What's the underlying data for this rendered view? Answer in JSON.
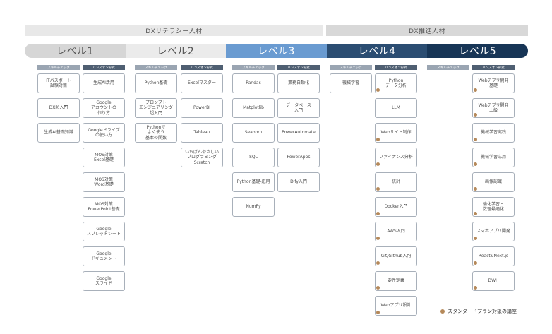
{
  "bands": {
    "literacy": "DXリテラシー人材",
    "promotion": "DX推進人材"
  },
  "levels": [
    "レベル1",
    "レベル2",
    "レベル3",
    "レベル4",
    "レベル5"
  ],
  "headers": {
    "skill_check": "スキルチェック",
    "hands_on": "ハンズオン形式"
  },
  "columns": {
    "l1_skill": [
      "ITパスポート\n試験対策",
      "DX超入門",
      "生成AI基礎知識"
    ],
    "l1_hands": [
      "生成AI活用",
      "Google\nアカウントの\n作り方",
      "Googleドライブ\nの使い方",
      "MOS対策\nExcel基礎",
      "MOS対策\nWord基礎",
      "MOS対策\nPowerPoint基礎",
      "Google\nスプレッドシート",
      "Google\nドキュメント",
      "Google\nスライド"
    ],
    "l2_skill": [
      "Python基礎",
      "プロンプト\nエンジニアリング\n超入門",
      "Pythonで\nよく使う\n基本の関数"
    ],
    "l2_hands": [
      "Excelマスター",
      "PowerBI",
      "Tableau",
      "いちばんやさしい\nプログラミング\nScratch"
    ],
    "l3_skill": [
      "Pandas",
      "Matplotlib",
      "Seaborn",
      "SQL",
      "Python基礎-応用",
      "NumPy"
    ],
    "l3_hands": [
      "業務自動化",
      "データベース\n入門",
      "PowerAutomate",
      "PowerApps",
      "Dify入門"
    ],
    "l4_skill": [
      "機械学習"
    ],
    "l4_hands": [
      "Python\nデータ分析",
      "LLM",
      "Webサイト制作",
      "ファイナンス分析",
      "統計",
      "Docker入門",
      "AWS入門",
      "Git/Github入門",
      "要件定義",
      "Webアプリ設計"
    ],
    "l5_hands": [
      "Webアプリ開発\n基礎",
      "Webアプリ開発\n上級",
      "機械学習実践",
      "機械学習応用",
      "画像認識",
      "強化学習・\n数理最適化",
      "スマホアプリ開発",
      "React&Next.js",
      "DWH"
    ]
  },
  "legend": {
    "text": "スタンダードプラン対象の講座",
    "dot_color": "#b5895a"
  }
}
